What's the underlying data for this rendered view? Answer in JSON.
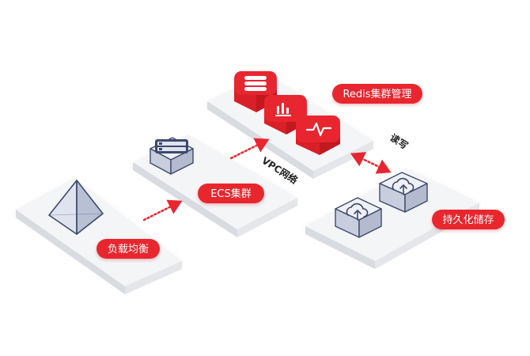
{
  "nodes": {
    "load_balancer": {
      "label": "负载均衡",
      "icon": "pyramid-icon"
    },
    "ecs_cluster": {
      "label": "ECS集群",
      "icon": "server-icon"
    },
    "redis_cluster": {
      "label": "Redis集群管理",
      "icons": [
        "database-stack-icon",
        "bar-chart-icon",
        "pulse-icon"
      ]
    },
    "persistent_storage": {
      "label": "持久化储存",
      "icons": [
        "cloud-upload-icon",
        "cloud-upload-icon"
      ]
    }
  },
  "edges": {
    "vpc_label": "VPC网络",
    "rw_label": "读写"
  },
  "colors": {
    "accent": "#e8262f",
    "platform_top": "#f2f3f5",
    "platform_side": "#dfe1e5",
    "cube_top": "#e9ecf4",
    "cube_side": "#c6cbd9",
    "icon_stroke": "#3c4a6b"
  }
}
